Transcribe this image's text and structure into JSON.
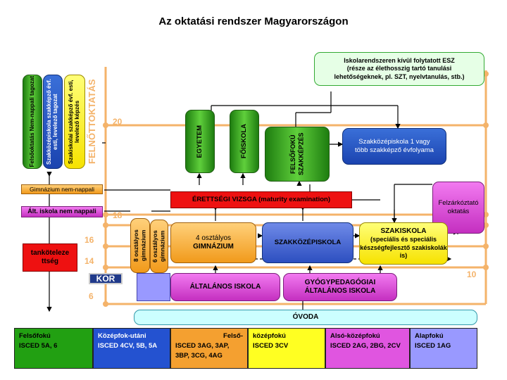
{
  "title": "Az oktatási rendszer Magyarországon",
  "colors": {
    "orange_lines": "#f4b36a",
    "green": "#3fae2a",
    "blue": "#2350c8",
    "magenta": "#e055e0",
    "red": "#ee1111",
    "yellow": "#ffff33",
    "violet": "#9999ff",
    "cyan": "#ccffff"
  },
  "side_label": "FELNŐTTOKTATÁS",
  "age_numbers": {
    "a20": "20",
    "a18": "18",
    "a16": "16",
    "a14": "14",
    "a10": "10",
    "a6": "6"
  },
  "kor_label": "KOR",
  "adult": {
    "col1": "Felsőoktatás Nem-nappali tagozat",
    "col2": "Szakközépiskola szakképző évf. esti, levelező tagozat",
    "col3": "Szakiskolai szakképző évf. esti, levelező képzés",
    "gymnasium_nonday": "Gimnázium nem-nappali",
    "primary_nonday": "Ált. iskola nem nappali",
    "compulsory": "tanköteleze ttség"
  },
  "esz": {
    "line1": "Iskolarendszeren kívül folytatott ESZ",
    "line2": "(része az élethosszig tartó tanulási",
    "line3": "lehetőségeknek, pl. SZT, nyelvtanulás, stb.)"
  },
  "higher": {
    "university": "EGYETEM",
    "college": "FŐISKOLA",
    "higher_vocational": "FELSŐFOKÚ SZAKKÉPZÉS",
    "voc_secondary_year": {
      "line1": "Szakközépiskola 1 vagy",
      "line2": "több szakképző évfolyama"
    }
  },
  "matura": "ÉRETTSÉGI VIZSGA (maturity examination)",
  "catchup": {
    "line1": "Felzárkóztató",
    "line2": "oktatás"
  },
  "secondary": {
    "gym8": "8 osztályos gimnázium",
    "gym6": "6 osztályos gimnázium",
    "gym4_line1": "4 osztályos",
    "gym4_line2": "GIMNÁZIUM",
    "voc_secondary": "SZAKKÖZÉPISKOLA",
    "voc_school_line1": "SZAKISKOLA",
    "voc_school_line2": "(speciális és speciális",
    "voc_school_line3": "készségfejlesztő szakiskolák is)"
  },
  "primary": {
    "general": "ÁLTALÁNOS ISKOLA",
    "special_line1": "GYÓGYPEDAGÓGIAI",
    "special_line2": "ÁLTALÁNOS ISKOLA"
  },
  "kindergarten": "ÓVODA",
  "legend": [
    {
      "l1": "Felsőfokú",
      "l2": "ISCED 5A, 6"
    },
    {
      "l1": "Középfok-utáni",
      "l2": "ISCED 4CV, 5B, 5A"
    },
    {
      "l1": "Felső-",
      "l2": "ISCED 3AG, 3AP, 3BP, 3CG, 4AG"
    },
    {
      "l1": "középfokú",
      "l2": "ISCED 3CV"
    },
    {
      "l1": "Alsó-középfokú",
      "l2": "ISCED 2AG, 2BG, 2CV"
    },
    {
      "l1": "Alapfokú",
      "l2": "ISCED 1AG"
    }
  ]
}
